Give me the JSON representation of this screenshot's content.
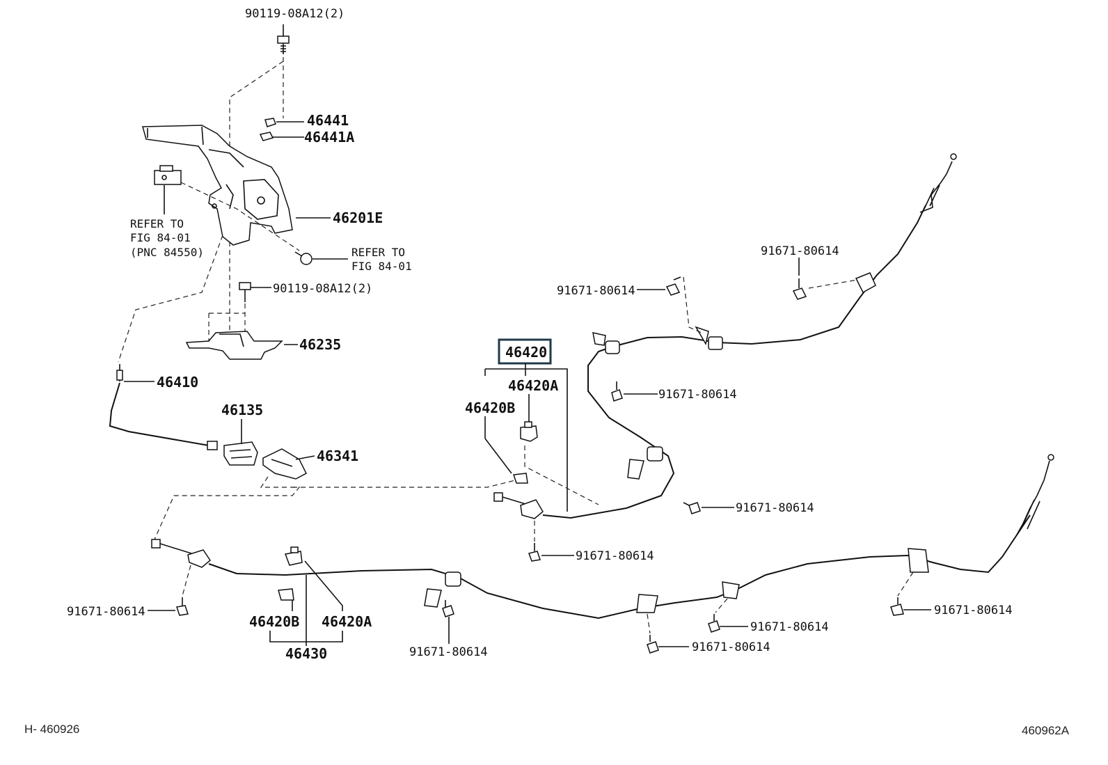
{
  "labels": {
    "bolt_top": "90119-08A12(2)",
    "p46441": "46441",
    "p46441a": "46441A",
    "p46201e": "46201E",
    "refer1_l1": "REFER TO",
    "refer1_l2": "FIG 84-01",
    "refer1_l3": "(PNC 84550)",
    "refer2_l1": "REFER TO",
    "refer2_l2": "FIG 84-01",
    "bolt_mid": "90119-08A12(2)",
    "p46235": "46235",
    "p46410": "46410",
    "p46135": "46135",
    "p46341": "46341",
    "p46420": "46420",
    "p46420a_upper": "46420A",
    "p46420b_upper": "46420B",
    "p46420b_lower": "46420B",
    "p46420a_lower": "46420A",
    "p46430": "46430",
    "bolt_r1": "91671-80614",
    "bolt_r2": "91671-80614",
    "bolt_r3": "91671-80614",
    "bolt_r4": "91671-80614",
    "bolt_r5": "91671-80614",
    "bolt_l1": "91671-80614",
    "bolt_b1": "91671-80614",
    "bolt_b2": "91671-80614",
    "bolt_b3": "91671-80614",
    "bolt_b4": "91671-80614"
  },
  "footer": {
    "left_code": "H- 460926",
    "right_code": "460962A"
  },
  "colors": {
    "line": "#111111",
    "highlight_box": "#1f3a4a",
    "background": "#ffffff"
  }
}
